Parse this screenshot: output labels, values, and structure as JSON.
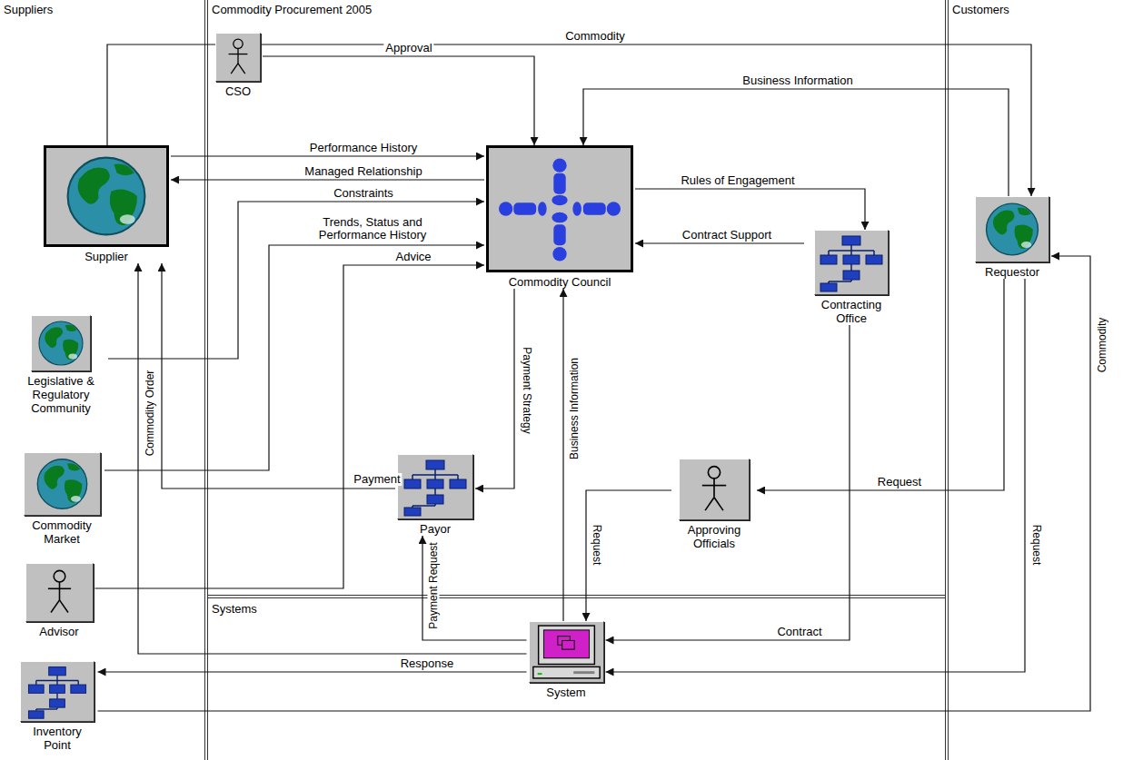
{
  "diagram": {
    "nodes": [
      {
        "text": [
          "Suppliers"
        ]
      },
      {
        "text": [
          "Commodity Procurement 2005"
        ]
      },
      {
        "text": [
          "Customers"
        ]
      },
      {
        "text": [
          "Supplier"
        ],
        "in": 0
      },
      {
        "text": [
          "CSO"
        ],
        "in": 1
      },
      {
        "text": [
          "Commodity Council"
        ],
        "in": 1
      },
      {
        "text": [
          "Contracting Office"
        ],
        "in": 1
      },
      {
        "text": [
          "Requestor"
        ],
        "in": 2
      },
      {
        "text": [
          "Legislative & Regulatory Community"
        ],
        "in": 0
      },
      {
        "text": [
          "Commodity Market"
        ],
        "in": 0
      },
      {
        "text": [
          "Payor"
        ],
        "in": 1
      },
      {
        "text": [
          "Approving Officials"
        ],
        "in": 1
      },
      {
        "text": [
          "Advisor"
        ],
        "in": 0
      },
      {
        "text": [
          "Systems"
        ],
        "in": 1
      },
      {
        "text": [
          "System"
        ],
        "in": 13
      },
      {
        "text": [
          "Inventory Point"
        ],
        "in": 0
      }
    ],
    "edges": [
      {
        "from": 3,
        "to": 7,
        "label": "Commodity",
        "arrow": "to"
      },
      {
        "from": 4,
        "to": 5,
        "label": "Approval",
        "arrow": "to"
      },
      {
        "from": 7,
        "to": 5,
        "label": "Business Information",
        "arrow": "to"
      },
      {
        "from": 3,
        "to": 5,
        "label": "Performance History",
        "arrow": "to"
      },
      {
        "from": 5,
        "to": 3,
        "label": "Managed Relationship",
        "arrow": "to"
      },
      {
        "from": 8,
        "to": 5,
        "label": "Constraints",
        "arrow": "to"
      },
      {
        "from": 9,
        "to": 5,
        "label": "Trends, Status and Performance History",
        "arrow": "to"
      },
      {
        "from": 12,
        "to": 5,
        "label": "Advice",
        "arrow": "to"
      },
      {
        "from": 5,
        "to": 6,
        "label": "Rules of Engagement",
        "arrow": "to"
      },
      {
        "from": 6,
        "to": 5,
        "label": "Contract Support",
        "arrow": "to"
      },
      {
        "from": 5,
        "to": 10,
        "label": "Payment Strategy",
        "arrow": "to"
      },
      {
        "from": 14,
        "to": 5,
        "label": "Business Information",
        "arrow": "to"
      },
      {
        "from": 10,
        "to": 3,
        "label": "Payment",
        "arrow": "to"
      },
      {
        "from": 14,
        "to": 3,
        "label": "Commodity Order",
        "arrow": "to"
      },
      {
        "from": 7,
        "to": 11,
        "label": "Request",
        "arrow": "to"
      },
      {
        "from": 11,
        "to": 14,
        "label": "Request",
        "arrow": "to"
      },
      {
        "from": 14,
        "to": 10,
        "label": "Payment Request",
        "arrow": "to"
      },
      {
        "from": 6,
        "to": 14,
        "label": "Contract",
        "arrow": "to"
      },
      {
        "from": 14,
        "to": 15,
        "label": "Response",
        "arrow": "to"
      },
      {
        "from": 7,
        "to": 14,
        "label": "Request",
        "arrow": "to"
      },
      {
        "from": 15,
        "to": 7,
        "label": "Commodity",
        "arrow": "to"
      }
    ]
  }
}
